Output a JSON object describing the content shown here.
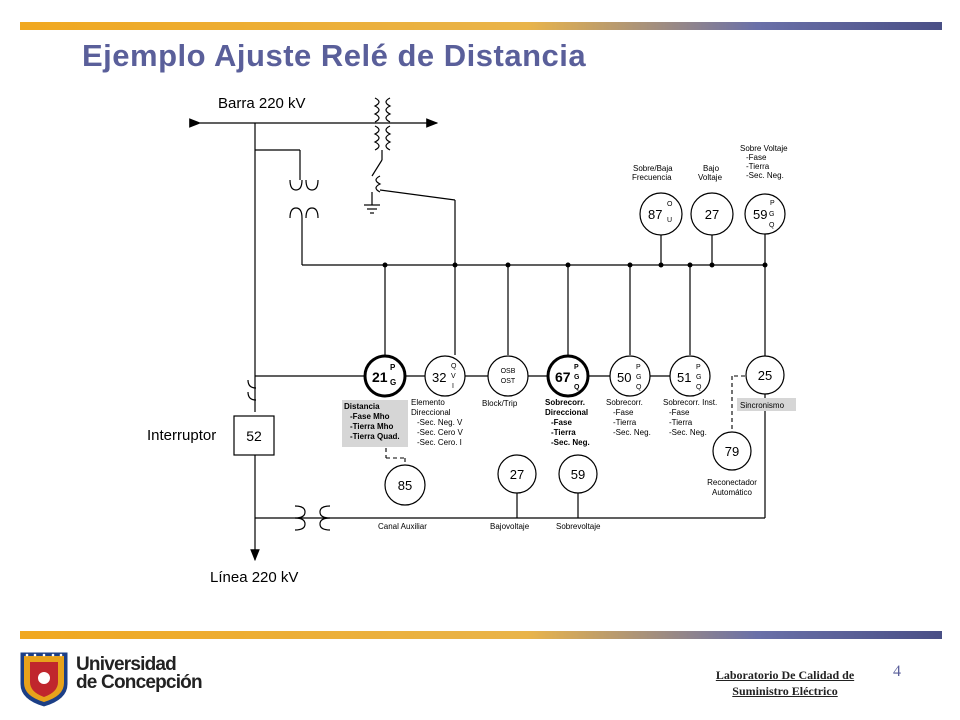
{
  "title": "Ejemplo Ajuste Relé de Distancia",
  "colors": {
    "accent": "#5a5f9a",
    "bar_orange": "#f0a820",
    "bar_purple": "#4a4f86"
  },
  "diagram": {
    "bus_label": "Barra 220 kV",
    "line_label": "Línea 220 kV",
    "breaker_label": "Interruptor",
    "breaker_number": "52",
    "relays_main": [
      {
        "num": "21",
        "sub": [
          "P",
          "G"
        ]
      },
      {
        "num": "32",
        "sub": [
          "Q",
          "V",
          "I"
        ]
      },
      {
        "num": "OSB",
        "sub": [
          "OST"
        ]
      },
      {
        "num": "67",
        "sub": [
          "P",
          "G",
          "Q"
        ]
      },
      {
        "num": "50",
        "sub": [
          "P",
          "G",
          "Q"
        ]
      },
      {
        "num": "51",
        "sub": [
          "P",
          "G",
          "Q"
        ]
      },
      {
        "num": "25",
        "sub": []
      }
    ],
    "relays_top": [
      {
        "num": "87",
        "sub": [
          "O",
          "U"
        ]
      },
      {
        "num": "27",
        "sub": []
      },
      {
        "num": "59",
        "sub": [
          "P",
          "G",
          "Q"
        ]
      }
    ],
    "relays_bottom": [
      {
        "num": "85"
      },
      {
        "num": "27"
      },
      {
        "num": "59"
      },
      {
        "num": "79"
      }
    ],
    "top_labels": {
      "freq": [
        "Sobre/Baja",
        "Frecuencia"
      ],
      "under_v": [
        "Bajo",
        "Voltaje"
      ],
      "over_v": [
        "Sobre Voltaje",
        "-Fase",
        "-Tierra",
        "-Sec. Neg."
      ]
    },
    "desc_21": [
      "Distancia",
      "-Fase Mho",
      "-Tierra Mho",
      "-Tierra Quad."
    ],
    "desc_32": [
      "Elemento",
      "Direccional",
      "-Sec. Neg. V",
      "-Sec. Cero V",
      "-Sec. Cero. I"
    ],
    "desc_osb": [
      "Block/Trip"
    ],
    "desc_67": [
      "Sobrecorr.",
      "Direccional",
      "-Fase",
      "-Tierra",
      "-Sec. Neg."
    ],
    "desc_50": [
      "Sobrecorr.",
      "-Fase",
      "-Tierra",
      "-Sec. Neg."
    ],
    "desc_51": [
      "Sobrecorr. Inst.",
      "-Fase",
      "-Tierra",
      "-Sec. Neg."
    ],
    "desc_25": "Sincronismo",
    "desc_79": [
      "Reconectador",
      "Automático"
    ],
    "bottom_labels": {
      "canal": "Canal Auxiliar",
      "bajo": "Bajovoltaje",
      "sobre": "Sobrevoltaje"
    }
  },
  "footer": {
    "university": [
      "Universidad",
      "de Concepción"
    ],
    "lab": [
      "Laboratorio De Calidad de",
      "Suministro Eléctrico"
    ],
    "page": "4"
  }
}
